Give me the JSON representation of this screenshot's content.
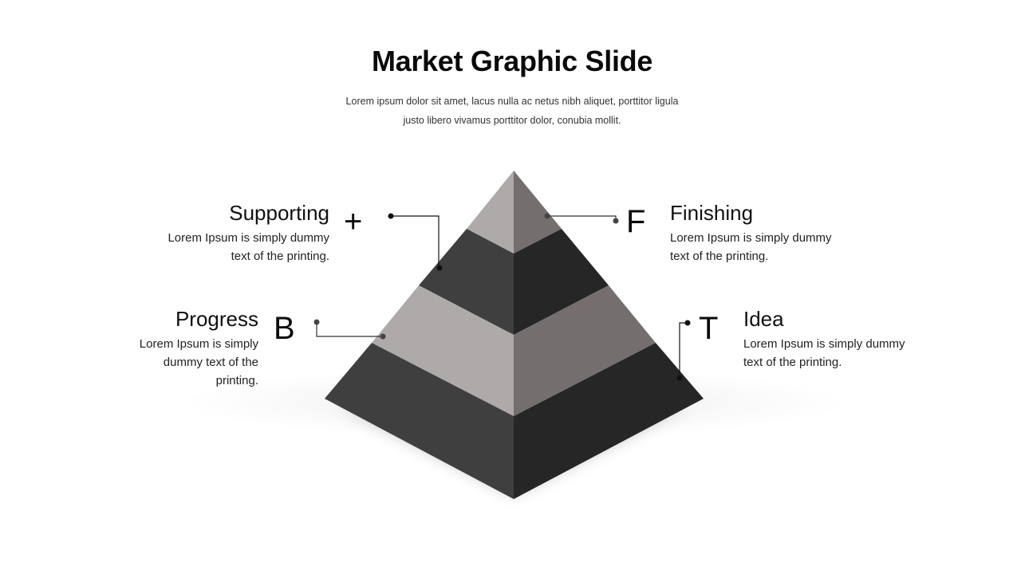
{
  "slide": {
    "title": "Market Graphic Slide",
    "subtitle_lines": [
      "Lorem ipsum dolor sit amet,  lacus nulla ac netus nibh aliquet,  porttitor  ligula",
      "justo libero vivamus porttitor  dolor,  conubia  mollit."
    ]
  },
  "items": [
    {
      "key": "supporting",
      "glyph": "+",
      "heading": "Supporting",
      "body_lines": [
        "Lorem Ipsum is simply dummy",
        "text of the printing."
      ]
    },
    {
      "key": "progress",
      "glyph": "B",
      "heading": "Progress",
      "body_lines": [
        "Lorem Ipsum is simply",
        "dummy text of the",
        "printing."
      ]
    },
    {
      "key": "finishing",
      "glyph": "F",
      "heading": "Finishing",
      "body_lines": [
        "Lorem Ipsum is simply dummy",
        "text of the printing."
      ]
    },
    {
      "key": "idea",
      "glyph": "T",
      "heading": "Idea",
      "body_lines": [
        "Lorem Ipsum is simply dummy",
        "text of the printing."
      ]
    }
  ],
  "pyramid": {
    "colors": {
      "light_left": "#adaaa9",
      "light_right": "#746f6e",
      "dark_left": "#3f3f3f",
      "dark_right": "#262626",
      "connector": "#111111"
    }
  }
}
